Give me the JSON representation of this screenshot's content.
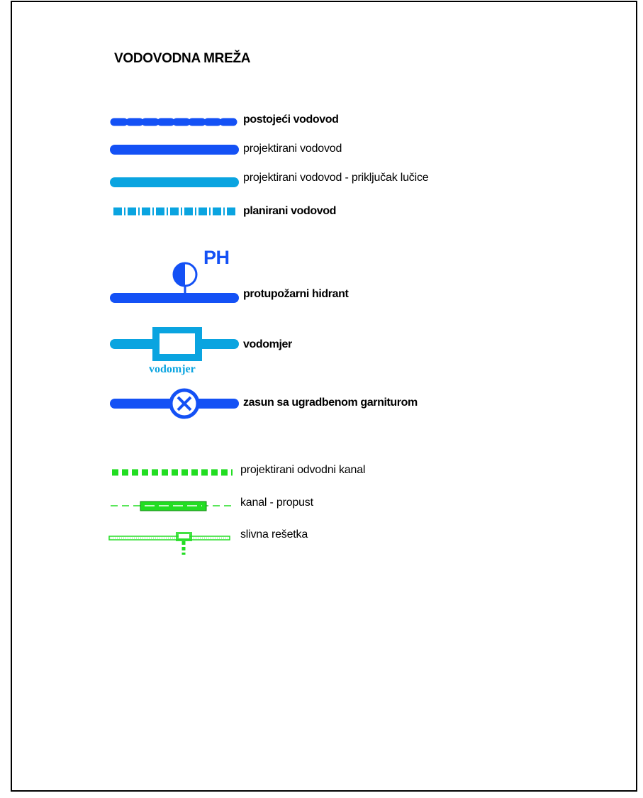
{
  "title": "VODOVODNA MREŽA",
  "colors": {
    "water_blue": "#1451f5",
    "light_blue": "#0aa4e0",
    "green": "#22dd22",
    "frame": "#000000"
  },
  "legend": [
    {
      "symbol": "dashed-line-blue",
      "label": "postojeći vodovod"
    },
    {
      "symbol": "solid-line-blue",
      "label": "projektirani vodovod"
    },
    {
      "symbol": "solid-line-light-blue",
      "label": "projektirani vodovod - priključak lučice"
    },
    {
      "symbol": "dash-dot-line-light-blue",
      "label": "planirani vodovod"
    },
    {
      "symbol": "hydrant-symbol",
      "label": "protupožarni hidrant",
      "tag": "PH"
    },
    {
      "symbol": "water-meter-symbol",
      "label": "vodomjer",
      "tag": "vodomjer"
    },
    {
      "symbol": "gate-valve-symbol",
      "label": "zasun sa ugradbenom garniturom"
    },
    {
      "symbol": "dashed-line-green",
      "label": "projektirani odvodni kanal"
    },
    {
      "symbol": "culvert-symbol",
      "label": "kanal - propust"
    },
    {
      "symbol": "grate-symbol",
      "label": "slivna rešetka"
    }
  ]
}
